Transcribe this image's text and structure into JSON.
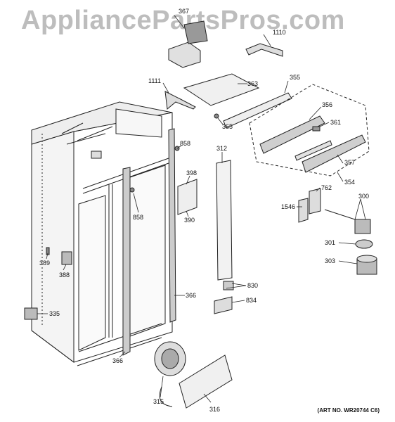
{
  "watermark": "AppliancePartsPros.com",
  "art_number": "(ART NO. WR20744 C6)",
  "callouts": {
    "c367": "367",
    "c1110": "1110",
    "c1111": "1111",
    "c363": "363",
    "c355": "355",
    "c365": "365",
    "c356": "356",
    "c361": "361",
    "c858a": "858",
    "c312": "312",
    "c398": "398",
    "c390": "390",
    "c858b": "858",
    "c357": "357",
    "c354": "354",
    "c762": "762",
    "c300": "300",
    "c1546": "1546",
    "c301": "301",
    "c303": "303",
    "c389": "389",
    "c388": "388",
    "c366a": "366",
    "c830": "830",
    "c834": "834",
    "c335": "335",
    "c366b": "366",
    "c315": "315",
    "c316": "316"
  }
}
